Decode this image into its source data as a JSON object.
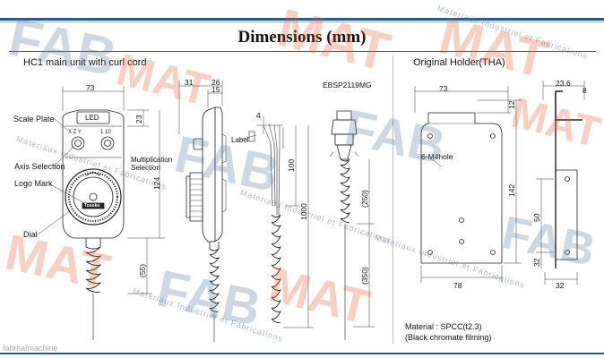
{
  "title": "Dimensions (mm)",
  "left_section": "HC1 main unit with curl cord",
  "right_section": "Original Holder(THA)",
  "labels": {
    "scale_plate": "Scale Plate",
    "axis_selection": "Axis Selection",
    "logo_mark": "Logo Mark",
    "dial": "Dial",
    "led": "LED",
    "multiplication": "Multiplication",
    "selection": "Selection",
    "label": "Label",
    "connector": "EBSP2119MG",
    "m4hole": "6-M4hole",
    "material_line1": "Material : SPCC(t2.3)",
    "material_line2": "(Black chromate filming)",
    "axis_marks": "X Z Y",
    "mult_marks": "1 10",
    "dial_brand": "Tosoku"
  },
  "dims": {
    "unit_width": "73",
    "d31": "31",
    "d26": "26",
    "d15": "15",
    "d23": "23",
    "d124": "124",
    "d55": "(55)",
    "d4": "4",
    "d100": "100",
    "d1000": "1000",
    "d250": "(250)",
    "d350": "(350)",
    "holder_width": "73",
    "d12": "12",
    "d142": "142",
    "d78": "78",
    "d23_6": "23.6",
    "d8": "8",
    "d50": "50",
    "d32a": "32",
    "d32b": "32"
  },
  "watermarks": {
    "brand_a": "FAB",
    "brand_b": "MAT",
    "sub": "Materiaux Industriel et Fabrications"
  },
  "footer": "fabmatmachine"
}
